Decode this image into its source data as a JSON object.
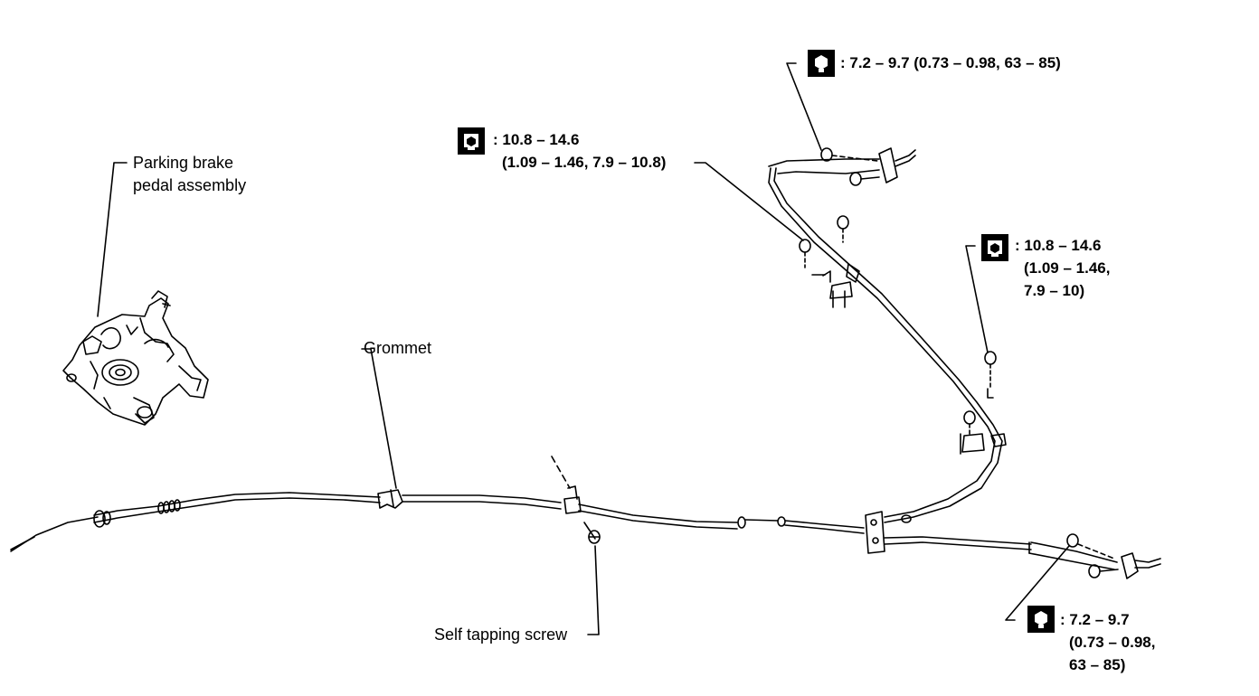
{
  "labels": {
    "parking_brake": [
      "Parking brake",
      "pedal assembly"
    ],
    "grommet": "Grommet",
    "self_tapping_screw": "Self tapping screw"
  },
  "torque": {
    "top": ": 7.2 – 9.7 (0.73 – 0.98, 63 – 85)",
    "left_mid": [
      ": 10.8 – 14.6",
      "(1.09 – 1.46, 7.9 – 10.8)"
    ],
    "right_mid": [
      ": 10.8 – 14.6",
      "(1.09 – 1.46,",
      "7.9 – 10)"
    ],
    "bottom_right": [
      ": 7.2 – 9.7",
      "(0.73 – 0.98,",
      "63 – 85)"
    ]
  },
  "icons": {
    "torque_wrench": "tightening-torque-icon",
    "torque_socket": "tightening-torque-socket-icon"
  }
}
